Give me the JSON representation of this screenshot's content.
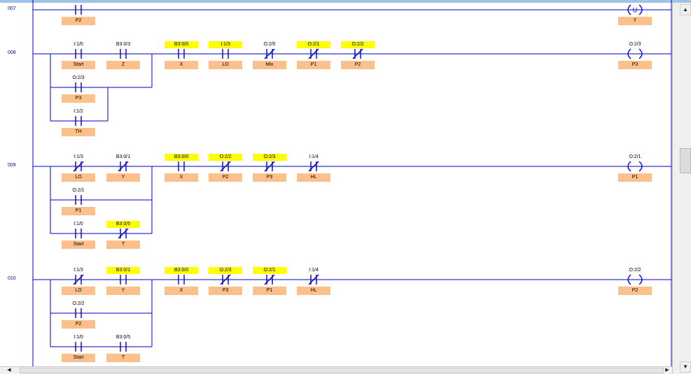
{
  "rungs": [
    {
      "number": "007",
      "elements": [
        {
          "kind": "NO",
          "address": "",
          "highlight": false,
          "tag": "P2"
        }
      ],
      "branches": [],
      "output": {
        "kind": "unlatch",
        "symbol": "U",
        "address": "",
        "highlight": false,
        "tag": "Y"
      }
    },
    {
      "number": "008",
      "elements": [
        {
          "kind": "NO",
          "address": "I:1/0",
          "highlight": false,
          "tag": "Start"
        },
        {
          "kind": "NO",
          "address": "B3:0/3",
          "highlight": false,
          "tag": "Z"
        },
        {
          "kind": "NO",
          "address": "B3:0/0",
          "highlight": true,
          "tag": "X"
        },
        {
          "kind": "NO",
          "address": "I:1/3",
          "highlight": true,
          "tag": "LO"
        },
        {
          "kind": "NC",
          "address": "O:2/0",
          "highlight": false,
          "tag": "Mix"
        },
        {
          "kind": "NC",
          "address": "O:2/1",
          "highlight": true,
          "tag": "P1"
        },
        {
          "kind": "NC",
          "address": "O:2/2",
          "highlight": true,
          "tag": "P2"
        }
      ],
      "branches": [
        [
          {
            "kind": "NO",
            "address": "O:2/3",
            "highlight": false,
            "tag": "P3"
          }
        ],
        [
          {
            "kind": "NO",
            "address": "I:1/2",
            "highlight": false,
            "tag": "TH"
          }
        ]
      ],
      "output": {
        "kind": "coil",
        "symbol": "",
        "address": "O:2/3",
        "highlight": false,
        "tag": "P3"
      }
    },
    {
      "number": "009",
      "elements": [
        {
          "kind": "NC",
          "address": "I:1/3",
          "highlight": false,
          "tag": "LO"
        },
        {
          "kind": "NC",
          "address": "B3:0/1",
          "highlight": false,
          "tag": "Y"
        },
        {
          "kind": "NO",
          "address": "B3:0/0",
          "highlight": true,
          "tag": "X"
        },
        {
          "kind": "NC",
          "address": "O:2/2",
          "highlight": true,
          "tag": "P2"
        },
        {
          "kind": "NC",
          "address": "O:2/3",
          "highlight": true,
          "tag": "P3"
        },
        {
          "kind": "NC",
          "address": "I:1/4",
          "highlight": false,
          "tag": "HL"
        }
      ],
      "branches": [
        [
          {
            "kind": "NO",
            "address": "O:2/1",
            "highlight": false,
            "tag": "P1"
          }
        ],
        [
          {
            "kind": "NO",
            "address": "I:1/0",
            "highlight": false,
            "tag": "Start"
          },
          {
            "kind": "NC",
            "address": "B3:0/5",
            "highlight": true,
            "tag": "T"
          }
        ]
      ],
      "output": {
        "kind": "coil",
        "symbol": "",
        "address": "O:2/1",
        "highlight": false,
        "tag": "P1"
      }
    },
    {
      "number": "010",
      "elements": [
        {
          "kind": "NC",
          "address": "I:1/3",
          "highlight": false,
          "tag": "LO"
        },
        {
          "kind": "NO",
          "address": "B3:0/1",
          "highlight": true,
          "tag": "Y"
        },
        {
          "kind": "NO",
          "address": "B3:0/0",
          "highlight": true,
          "tag": "X"
        },
        {
          "kind": "NC",
          "address": "O:2/3",
          "highlight": true,
          "tag": "P3"
        },
        {
          "kind": "NC",
          "address": "O:2/1",
          "highlight": true,
          "tag": "P1"
        },
        {
          "kind": "NC",
          "address": "I:1/4",
          "highlight": false,
          "tag": "HL"
        }
      ],
      "branches": [
        [
          {
            "kind": "NO",
            "address": "O:2/2",
            "highlight": false,
            "tag": "P2"
          }
        ],
        [
          {
            "kind": "NO",
            "address": "I:1/0",
            "highlight": false,
            "tag": "Start"
          },
          {
            "kind": "NO",
            "address": "B3:0/5",
            "highlight": false,
            "tag": "T"
          }
        ]
      ],
      "output": {
        "kind": "coil",
        "symbol": "",
        "address": "O:2/2",
        "highlight": false,
        "tag": "P2"
      }
    }
  ],
  "scrollbars": {
    "up_arrow": "▲",
    "down_arrow": "▼",
    "left_arrow": "◀",
    "right_arrow": "▶"
  }
}
